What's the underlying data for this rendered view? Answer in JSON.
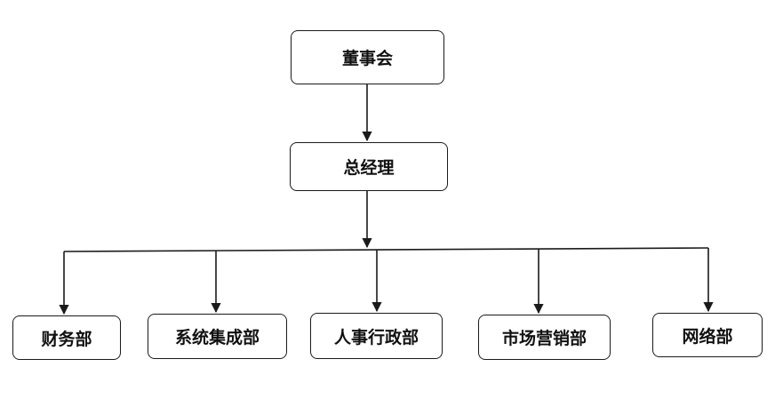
{
  "colors": {
    "stroke": "#1a1a1a",
    "text": "#111111",
    "background": "#ffffff"
  },
  "nodes": {
    "board": {
      "label": "董事会"
    },
    "general_manager": {
      "label": "总经理"
    },
    "departments": [
      {
        "label": "财务部"
      },
      {
        "label": "系统集成部"
      },
      {
        "label": "人事行政部"
      },
      {
        "label": "市场营销部"
      },
      {
        "label": "网络部"
      }
    ]
  }
}
